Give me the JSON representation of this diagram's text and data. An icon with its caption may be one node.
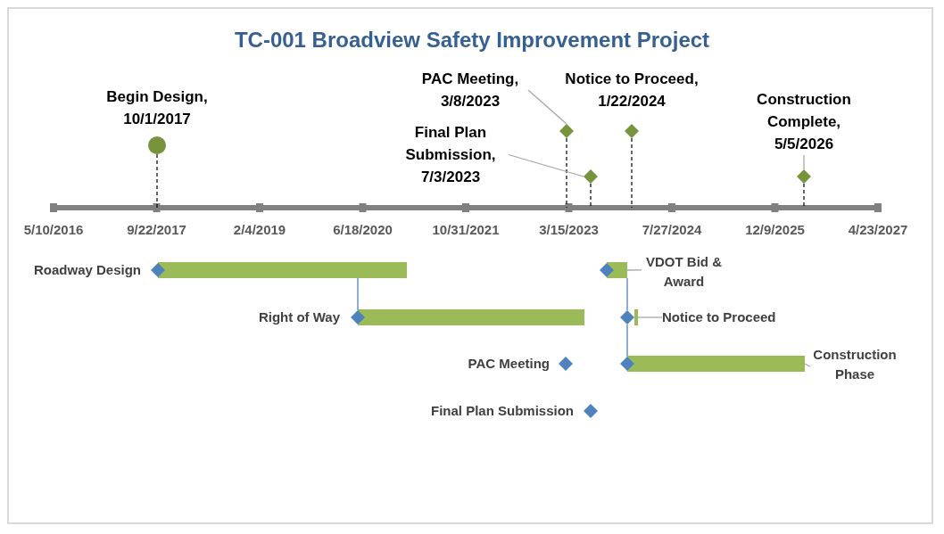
{
  "diagram": {
    "title": "TC-001 Broadview Safety Improvement Project",
    "nodes": [
      {
        "text": [
          "PAC Meeting, 3/8/2023"
        ]
      },
      {
        "text": [],
        "shape": "diamond"
      },
      {
        "text": [
          "Final Plan Submission, 7/3/2023"
        ]
      },
      {
        "text": [],
        "shape": "diamond"
      },
      {
        "text": [
          "Construction Complete, 5/5/2026"
        ]
      },
      {
        "text": [],
        "shape": "diamond"
      },
      {
        "text": [],
        "shape": "bar"
      },
      {
        "text": [],
        "shape": "diamond",
        "beside": [
          "Right of Way"
        ]
      },
      {
        "text": [],
        "shape": "bar"
      },
      {
        "text": [],
        "shape": "bar"
      },
      {
        "text": [
          "VDOT Bid & Award"
        ]
      },
      {
        "text": [],
        "shape": "bar"
      },
      {
        "text": [
          "Notice to Proceed"
        ]
      },
      {
        "text": [],
        "shape": "diamond"
      },
      {
        "text": [],
        "shape": "bar"
      },
      {
        "text": [
          "Construction Phase"
        ]
      },
      {
        "text": [],
        "shape": "circle",
        "beside": [
          "Begin Design, 10/1/2017"
        ]
      },
      {
        "text": [],
        "shape": "diamond",
        "beside": [
          "Notice to Proceed, 1/22/2024"
        ]
      },
      {
        "text": [],
        "shape": "diamond",
        "beside": [
          "Roadway Design"
        ]
      },
      {
        "text": [],
        "shape": "diamond"
      },
      {
        "text": [],
        "shape": "diamond"
      },
      {
        "text": [],
        "shape": "diamond",
        "beside": [
          "PAC Meeting"
        ]
      },
      {
        "text": [],
        "shape": "diamond",
        "beside": [
          "Final Plan Submission"
        ]
      }
    ],
    "edges": [
      {
        "from": 0,
        "to": 1,
        "arrow": "none"
      },
      {
        "from": 2,
        "to": 3,
        "arrow": "none"
      },
      {
        "from": 4,
        "to": 5,
        "arrow": "none"
      },
      {
        "from": 6,
        "to": 7,
        "arrow": "none"
      },
      {
        "from": 9,
        "to": 20,
        "arrow": "none"
      },
      {
        "from": 10,
        "to": 9,
        "arrow": "none"
      },
      {
        "from": 12,
        "to": 11,
        "arrow": "none"
      },
      {
        "from": 15,
        "to": 14,
        "arrow": "none"
      },
      {
        "from": 20,
        "to": 13,
        "arrow": "none"
      }
    ],
    "labels": [
      "5/10/2016",
      "9/22/2017",
      "2/4/2019",
      "6/18/2020",
      "10/31/2021",
      "3/15/2023",
      "7/27/2024",
      "12/9/2025",
      "4/23/2027"
    ]
  }
}
